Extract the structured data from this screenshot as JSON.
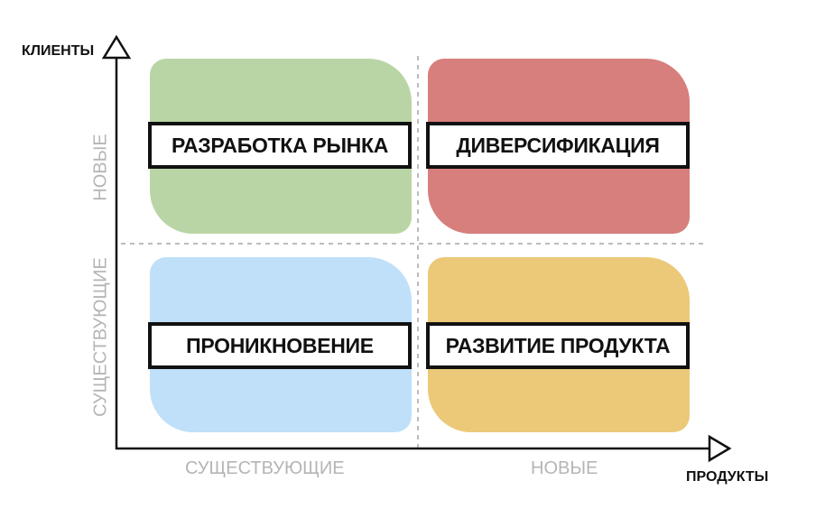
{
  "axes": {
    "y_title": "КЛИЕНТЫ",
    "x_title": "ПРОДУКТЫ",
    "x_ticks": [
      "СУЩЕСТВУЮЩИЕ",
      "НОВЫЕ"
    ],
    "y_ticks": [
      "НОВЫЕ",
      "СУЩЕСТВУЮЩИЕ"
    ]
  },
  "quadrants": {
    "top_left": {
      "label": "РАЗРАБОТКА РЫНКА",
      "color": "#bad5a5"
    },
    "top_right": {
      "label": "ДИВЕРСИФИКАЦИЯ",
      "color": "#d67f7c"
    },
    "bottom_left": {
      "label": "ПРОНИКНОВЕНИЕ",
      "color": "#bfe0f8"
    },
    "bottom_right": {
      "label": "РАЗВИТИЕ ПРОДУКТА",
      "color": "#ebc978"
    }
  },
  "colors": {
    "axis": "#111111",
    "divider": "#a5a5a5",
    "tick_text": "#b5b5b5"
  }
}
